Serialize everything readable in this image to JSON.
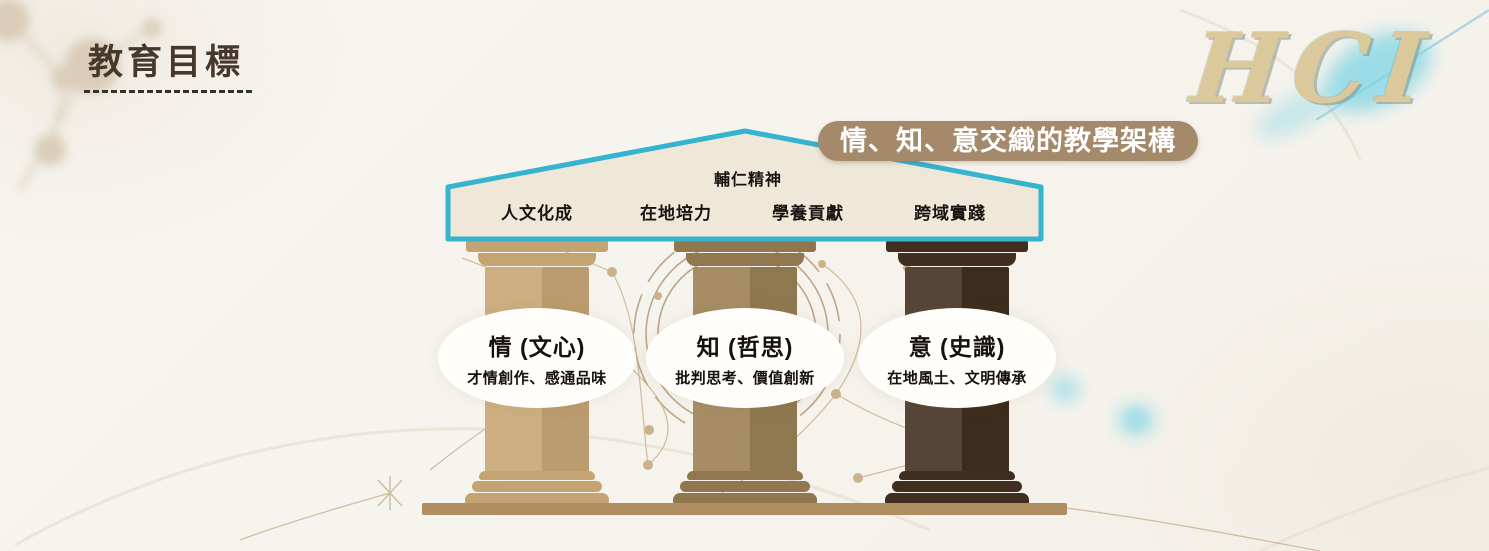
{
  "header": {
    "title": "教育目標"
  },
  "watermark": {
    "text": "HCI"
  },
  "banner": {
    "label": "情、知、意交織的教學架構",
    "bg_color": "#a48a6b",
    "text_color": "#ffffff"
  },
  "pediment": {
    "title": "輔仁精神",
    "fill_color": "#efe7d8",
    "border_color": "#36b3ce",
    "items": [
      {
        "label": "人文化成"
      },
      {
        "label": "在地培力"
      },
      {
        "label": "學養貢獻"
      },
      {
        "label": "跨域實踐"
      }
    ]
  },
  "pillars": [
    {
      "name": "情 (文心)",
      "subtitle": "才情創作、感通品味",
      "color_light": "#cdaf81",
      "color_dark": "#bb9c6e",
      "cap_color": "#c3a472"
    },
    {
      "name": "知 (哲思)",
      "subtitle": "批判思考、價值創新",
      "color_light": "#a78d64",
      "color_dark": "#8f774f",
      "cap_color": "#91774f"
    },
    {
      "name": "意 (史識)",
      "subtitle": "在地風土、文明傳承",
      "color_light": "#564437",
      "color_dark": "#3c2c1d",
      "cap_color": "#402e20"
    }
  ],
  "platform": {
    "color": "#b18e61"
  },
  "accents": {
    "teal": "#36b3ce",
    "cyan_glow": "#7ed5e5",
    "decor_beige": "#c8b28d",
    "title_brown": "#46382a"
  }
}
